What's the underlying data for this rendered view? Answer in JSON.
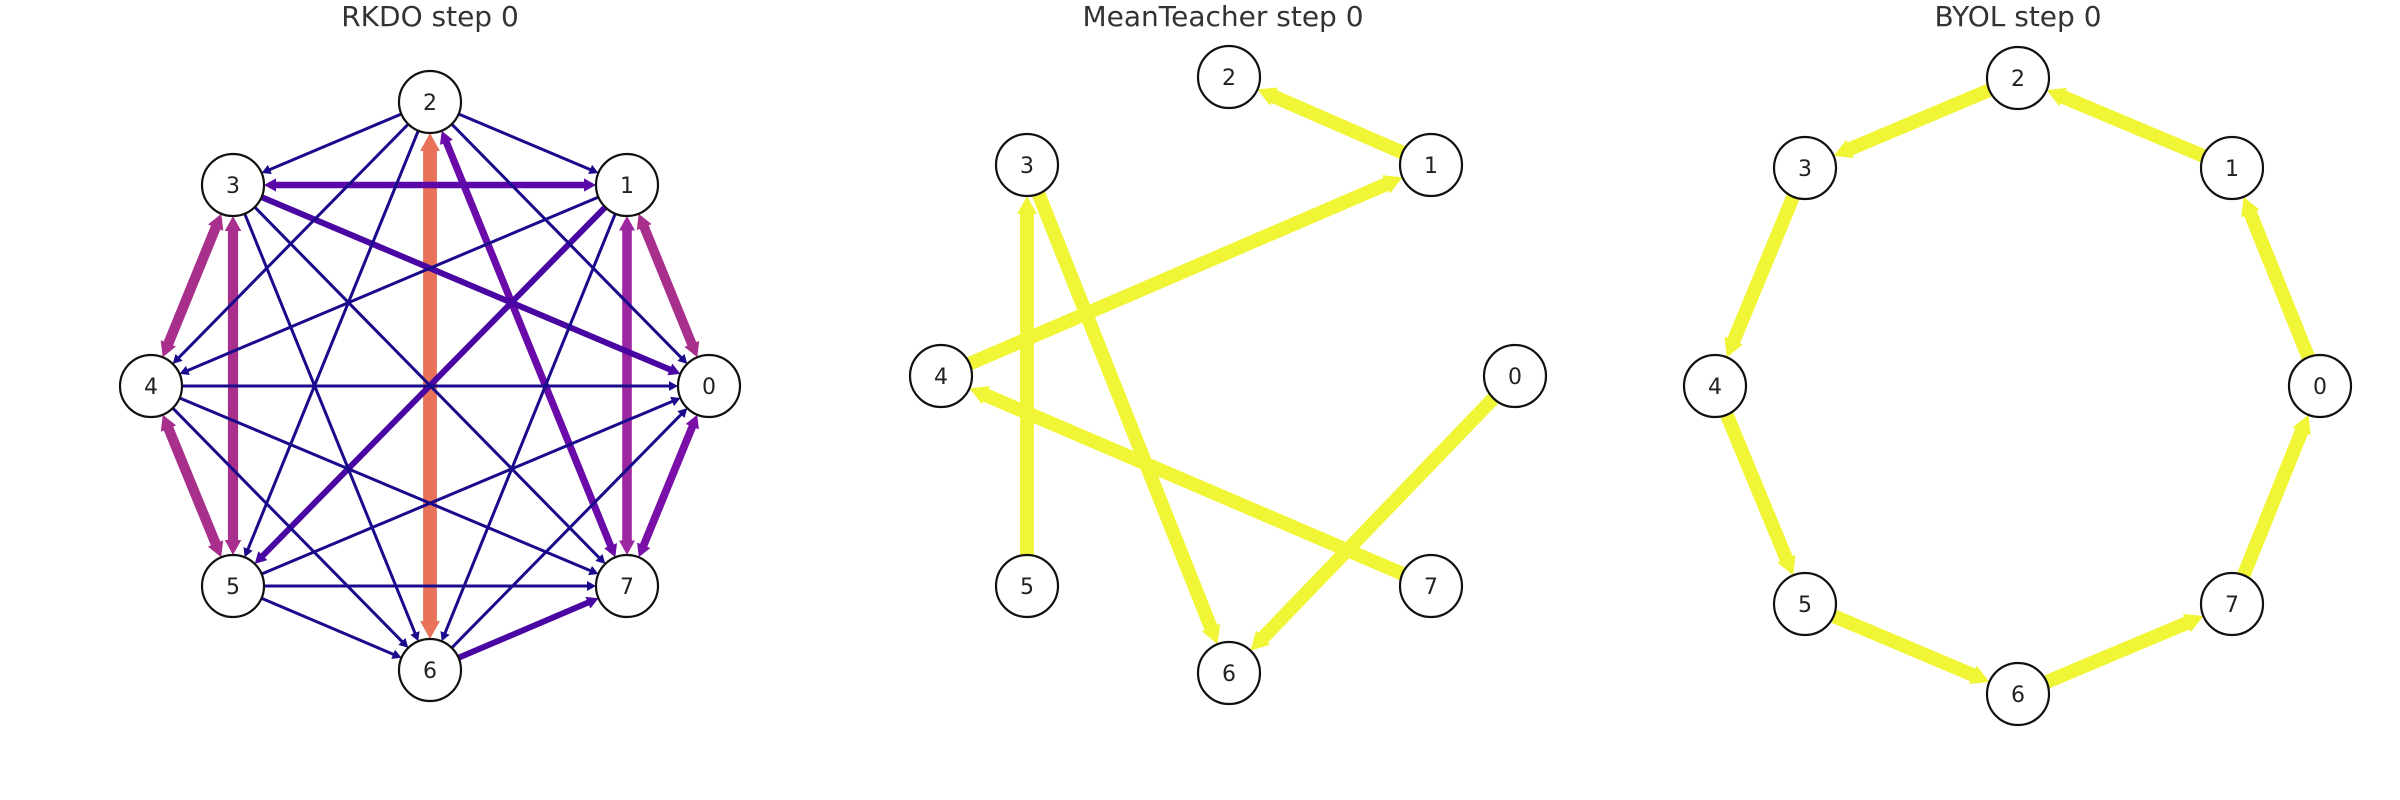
{
  "panels": [
    {
      "id": "rkdo",
      "title": "RKDO step 0",
      "nodes": [
        {
          "id": "0",
          "label": "0"
        },
        {
          "id": "1",
          "label": "1"
        },
        {
          "id": "2",
          "label": "2"
        },
        {
          "id": "3",
          "label": "3"
        },
        {
          "id": "4",
          "label": "4"
        },
        {
          "id": "5",
          "label": "5"
        },
        {
          "id": "6",
          "label": "6"
        },
        {
          "id": "7",
          "label": "7"
        }
      ],
      "edges": [
        {
          "from": "2",
          "to": "6",
          "weight": 1.0,
          "color": "#e8735a",
          "bidirectional": true
        },
        {
          "from": "4",
          "to": "3",
          "weight": 0.7,
          "color": "#a8308c",
          "bidirectional": true
        },
        {
          "from": "4",
          "to": "5",
          "weight": 0.7,
          "color": "#a8308c",
          "bidirectional": true
        },
        {
          "from": "3",
          "to": "5",
          "weight": 0.7,
          "color": "#a8308c",
          "bidirectional": true
        },
        {
          "from": "0",
          "to": "1",
          "weight": 0.65,
          "color": "#a8308c",
          "bidirectional": true
        },
        {
          "from": "1",
          "to": "7",
          "weight": 0.65,
          "color": "#9c27a0",
          "bidirectional": true
        },
        {
          "from": "0",
          "to": "7",
          "weight": 0.5,
          "color": "#7a10a8",
          "bidirectional": true
        },
        {
          "from": "2",
          "to": "7",
          "weight": 0.45,
          "color": "#6a0aa8",
          "bidirectional": true
        },
        {
          "from": "3",
          "to": "1",
          "weight": 0.4,
          "color": "#5c08a8",
          "bidirectional": true
        },
        {
          "from": "3",
          "to": "0",
          "weight": 0.35,
          "color": "#4a06a2",
          "bidirectional": false
        },
        {
          "from": "1",
          "to": "5",
          "weight": 0.35,
          "color": "#4a06a2",
          "bidirectional": false
        },
        {
          "from": "6",
          "to": "7",
          "weight": 0.35,
          "color": "#4a06a2",
          "bidirectional": false
        },
        {
          "from": "2",
          "to": "3",
          "weight": 0.1,
          "color": "#1a0a8c",
          "bidirectional": false
        },
        {
          "from": "2",
          "to": "1",
          "weight": 0.1,
          "color": "#1a0a8c",
          "bidirectional": false
        },
        {
          "from": "2",
          "to": "4",
          "weight": 0.1,
          "color": "#1a0a8c",
          "bidirectional": false
        },
        {
          "from": "2",
          "to": "5",
          "weight": 0.1,
          "color": "#1a0a8c",
          "bidirectional": false
        },
        {
          "from": "2",
          "to": "0",
          "weight": 0.1,
          "color": "#1a0a8c",
          "bidirectional": false
        },
        {
          "from": "3",
          "to": "6",
          "weight": 0.1,
          "color": "#1a0a8c",
          "bidirectional": false
        },
        {
          "from": "3",
          "to": "7",
          "weight": 0.1,
          "color": "#1a0a8c",
          "bidirectional": false
        },
        {
          "from": "1",
          "to": "4",
          "weight": 0.1,
          "color": "#1a0a8c",
          "bidirectional": false
        },
        {
          "from": "1",
          "to": "6",
          "weight": 0.1,
          "color": "#1a0a8c",
          "bidirectional": false
        },
        {
          "from": "4",
          "to": "0",
          "weight": 0.1,
          "color": "#1a0a8c",
          "bidirectional": false
        },
        {
          "from": "4",
          "to": "7",
          "weight": 0.1,
          "color": "#1a0a8c",
          "bidirectional": false
        },
        {
          "from": "4",
          "to": "6",
          "weight": 0.1,
          "color": "#1a0a8c",
          "bidirectional": false
        },
        {
          "from": "5",
          "to": "7",
          "weight": 0.1,
          "color": "#1a0a8c",
          "bidirectional": false
        },
        {
          "from": "5",
          "to": "0",
          "weight": 0.1,
          "color": "#1a0a8c",
          "bidirectional": false
        },
        {
          "from": "5",
          "to": "6",
          "weight": 0.1,
          "color": "#1a0a8c",
          "bidirectional": false
        },
        {
          "from": "6",
          "to": "0",
          "weight": 0.1,
          "color": "#1a0a8c",
          "bidirectional": false
        }
      ]
    },
    {
      "id": "meanteacher",
      "title": "MeanTeacher step 0",
      "nodes": [
        {
          "id": "0",
          "label": "0"
        },
        {
          "id": "1",
          "label": "1"
        },
        {
          "id": "2",
          "label": "2"
        },
        {
          "id": "3",
          "label": "3"
        },
        {
          "id": "4",
          "label": "4"
        },
        {
          "id": "5",
          "label": "5"
        },
        {
          "id": "6",
          "label": "6"
        },
        {
          "id": "7",
          "label": "7"
        }
      ],
      "edges": [
        {
          "from": "1",
          "to": "2",
          "weight": 1.0,
          "color": "#f0f536",
          "bidirectional": false
        },
        {
          "from": "4",
          "to": "1",
          "weight": 1.0,
          "color": "#f0f536",
          "bidirectional": false
        },
        {
          "from": "5",
          "to": "3",
          "weight": 1.0,
          "color": "#f0f536",
          "bidirectional": false
        },
        {
          "from": "3",
          "to": "6",
          "weight": 1.0,
          "color": "#f0f536",
          "bidirectional": false
        },
        {
          "from": "7",
          "to": "4",
          "weight": 1.0,
          "color": "#f0f536",
          "bidirectional": false
        },
        {
          "from": "0",
          "to": "6",
          "weight": 1.0,
          "color": "#f0f536",
          "bidirectional": false
        }
      ]
    },
    {
      "id": "byol",
      "title": "BYOL step 0",
      "nodes": [
        {
          "id": "0",
          "label": "0"
        },
        {
          "id": "1",
          "label": "1"
        },
        {
          "id": "2",
          "label": "2"
        },
        {
          "id": "3",
          "label": "3"
        },
        {
          "id": "4",
          "label": "4"
        },
        {
          "id": "5",
          "label": "5"
        },
        {
          "id": "6",
          "label": "6"
        },
        {
          "id": "7",
          "label": "7"
        }
      ],
      "edges": [
        {
          "from": "0",
          "to": "1",
          "weight": 1.0,
          "color": "#f0f536",
          "bidirectional": false
        },
        {
          "from": "1",
          "to": "2",
          "weight": 1.0,
          "color": "#f0f536",
          "bidirectional": false
        },
        {
          "from": "2",
          "to": "3",
          "weight": 1.0,
          "color": "#f0f536",
          "bidirectional": false
        },
        {
          "from": "3",
          "to": "4",
          "weight": 1.0,
          "color": "#f0f536",
          "bidirectional": false
        },
        {
          "from": "4",
          "to": "5",
          "weight": 1.0,
          "color": "#f0f536",
          "bidirectional": false
        },
        {
          "from": "5",
          "to": "6",
          "weight": 1.0,
          "color": "#f0f536",
          "bidirectional": false
        },
        {
          "from": "6",
          "to": "7",
          "weight": 1.0,
          "color": "#f0f536",
          "bidirectional": false
        },
        {
          "from": "7",
          "to": "0",
          "weight": 1.0,
          "color": "#f0f536",
          "bidirectional": false
        }
      ]
    }
  ]
}
